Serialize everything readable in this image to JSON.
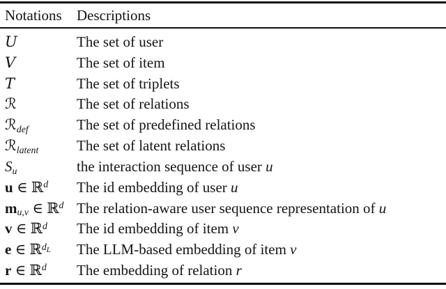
{
  "table": {
    "colors": {
      "background": "#ffffff",
      "text": "#141414",
      "rule": "#0d0d0d"
    },
    "header": {
      "notations": "Notations",
      "descriptions": "Descriptions"
    },
    "rows": [
      {
        "notation_plain": "U",
        "notation_tokens": [
          {
            "text": "U",
            "style": "cal"
          }
        ],
        "description": "The set of user",
        "variable": ""
      },
      {
        "notation_plain": "V",
        "notation_tokens": [
          {
            "text": "V",
            "style": "cal"
          }
        ],
        "description": "The set of item",
        "variable": ""
      },
      {
        "notation_plain": "T",
        "notation_tokens": [
          {
            "text": "T",
            "style": "cal"
          }
        ],
        "description": "The set of triplets",
        "variable": ""
      },
      {
        "notation_plain": "R",
        "notation_tokens": [
          {
            "text": "ℛ",
            "style": "letterlike"
          }
        ],
        "description": "The set of relations",
        "variable": ""
      },
      {
        "notation_plain": "R_def",
        "notation_tokens": [
          {
            "text": "ℛ",
            "style": "letterlike"
          },
          {
            "text": "def",
            "style": "sub"
          }
        ],
        "description": "The set of predefined relations",
        "variable": ""
      },
      {
        "notation_plain": "R_latent",
        "notation_tokens": [
          {
            "text": "ℛ",
            "style": "letterlike"
          },
          {
            "text": "latent",
            "style": "sub"
          }
        ],
        "description": "The set of latent relations",
        "variable": ""
      },
      {
        "notation_plain": "S_u",
        "notation_tokens": [
          {
            "text": "S",
            "style": "it"
          },
          {
            "text": "u",
            "style": "sub"
          }
        ],
        "description": "the interaction sequence of user",
        "variable": "u"
      },
      {
        "notation_plain": "u ∈ R^d",
        "notation_tokens": [
          {
            "text": "u",
            "style": "bf"
          },
          {
            "text": " ∈ ",
            "style": "rm"
          },
          {
            "text": "ℝ",
            "style": "bb"
          },
          {
            "text": "d",
            "style": "sup"
          }
        ],
        "description": "The id embedding of user",
        "variable": "u"
      },
      {
        "notation_plain": "m_u,v ∈ R^d",
        "notation_tokens": [
          {
            "text": "m",
            "style": "bf"
          },
          {
            "text": "u,v",
            "style": "sub"
          },
          {
            "text": " ∈ ",
            "style": "rm"
          },
          {
            "text": "ℝ",
            "style": "bb"
          },
          {
            "text": "d",
            "style": "sup"
          }
        ],
        "description": "The relation-aware user sequence representation of",
        "variable": "u"
      },
      {
        "notation_plain": "v ∈ R^d",
        "notation_tokens": [
          {
            "text": "v",
            "style": "bf"
          },
          {
            "text": " ∈ ",
            "style": "rm"
          },
          {
            "text": "ℝ",
            "style": "bb"
          },
          {
            "text": "d",
            "style": "sup"
          }
        ],
        "description": "The id embedding of item",
        "variable": "v"
      },
      {
        "notation_plain": "e ∈ R^d_L",
        "notation_tokens": [
          {
            "text": "e",
            "style": "bf"
          },
          {
            "text": " ∈ ",
            "style": "rm"
          },
          {
            "text": "ℝ",
            "style": "bb"
          },
          {
            "text": "d",
            "style": "sup"
          },
          {
            "text": "L",
            "style": "supsub"
          }
        ],
        "description": "The LLM-based embedding of item",
        "variable": "v"
      },
      {
        "notation_plain": "r ∈ R^d",
        "notation_tokens": [
          {
            "text": "r",
            "style": "bf"
          },
          {
            "text": " ∈ ",
            "style": "rm"
          },
          {
            "text": "ℝ",
            "style": "bb"
          },
          {
            "text": "d",
            "style": "sup"
          }
        ],
        "description": "The embedding of relation",
        "variable": "r"
      }
    ]
  }
}
